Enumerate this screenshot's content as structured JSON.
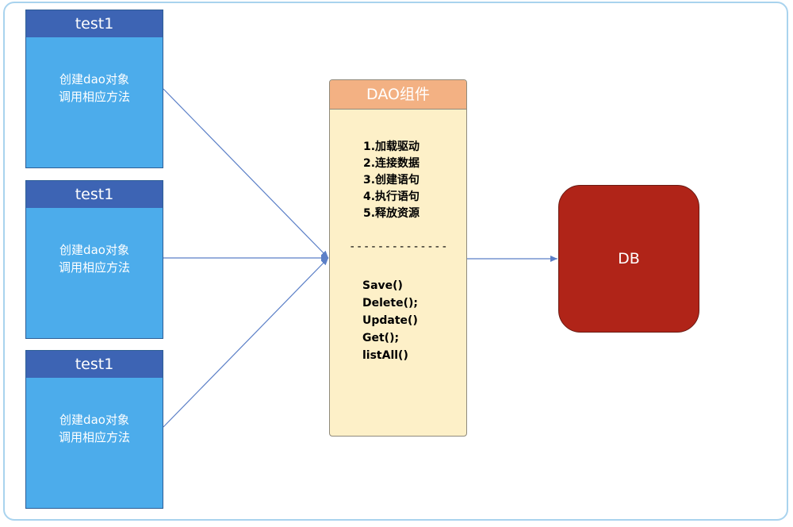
{
  "test_boxes": [
    {
      "title": "test1",
      "lines": [
        "创建dao对象",
        "调用相应方法"
      ]
    },
    {
      "title": "test1",
      "lines": [
        "创建dao对象",
        "调用相应方法"
      ]
    },
    {
      "title": "test1",
      "lines": [
        "创建dao对象",
        "调用相应方法"
      ]
    }
  ],
  "dao": {
    "title": "DAO组件",
    "steps": [
      "1.加载驱动",
      "2.连接数据",
      "3.创建语句",
      "4.执行语句",
      "5.释放资源"
    ],
    "separator": "--------------",
    "methods": [
      "Save()",
      "Delete();",
      "Update()",
      "Get();",
      "listAll()"
    ]
  },
  "db": {
    "label": "DB"
  },
  "colors": {
    "test_header": "#3d64b4",
    "test_body": "#4caceb",
    "dao_header": "#f3b183",
    "dao_body": "#fdf0c8",
    "db_fill": "#b02418",
    "connector": "#5b7fc7"
  }
}
